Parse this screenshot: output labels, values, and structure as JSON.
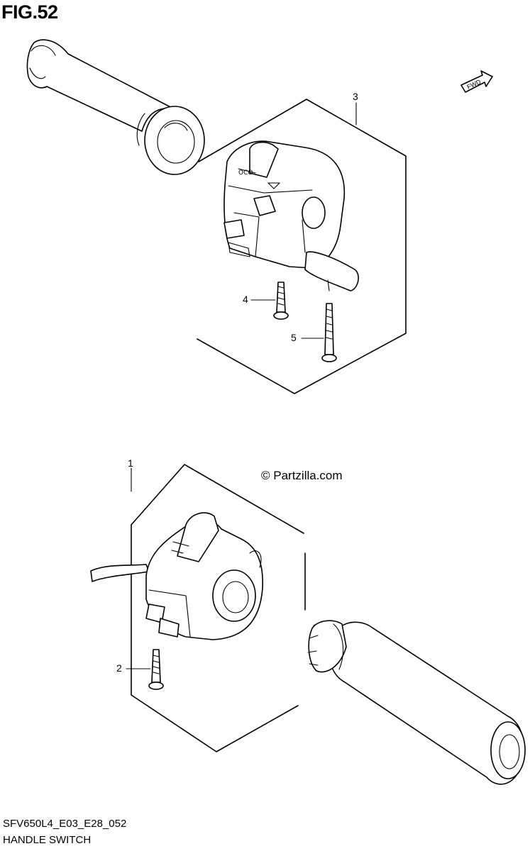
{
  "figure": {
    "title": "FIG.52",
    "watermark": "© Partzilla.com",
    "code": "SFV650L4_E03_E28_052",
    "name": "HANDLE SWITCH",
    "fwd_label": "FWD"
  },
  "callouts": [
    {
      "number": "1",
      "part": "left handle switch assembly"
    },
    {
      "number": "2",
      "part": "screw (left switch)"
    },
    {
      "number": "3",
      "part": "right handle switch assembly"
    },
    {
      "number": "4",
      "part": "screw (short)"
    },
    {
      "number": "5",
      "part": "screw (long)"
    }
  ]
}
